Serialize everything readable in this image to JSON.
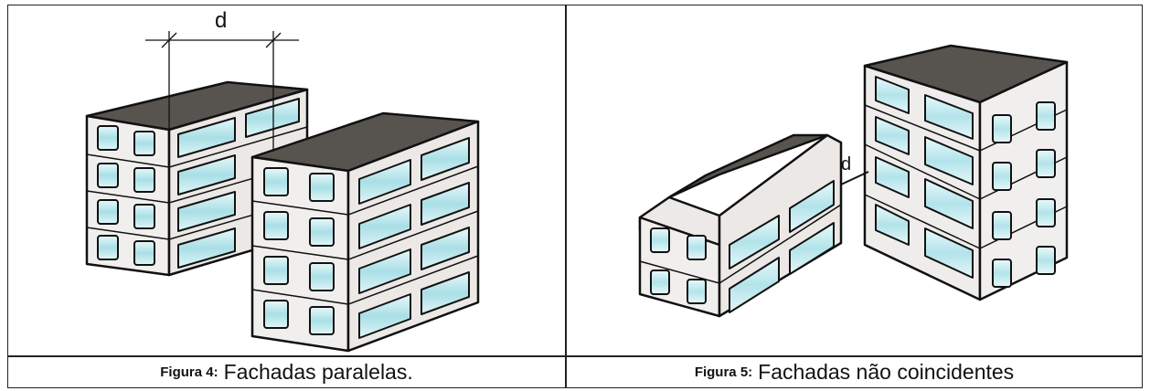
{
  "figures": [
    {
      "label": "Figura 4:",
      "caption": "Fachadas paralelas.",
      "dimension_label": "d"
    },
    {
      "label": "Figura 5:",
      "caption": "Fachadas não coincidentes",
      "dimension_label": "d"
    }
  ],
  "colors": {
    "roof": "#5a5655",
    "wall": "#f2f0ee",
    "glass": "#bfe8ec",
    "outline": "#111111"
  }
}
